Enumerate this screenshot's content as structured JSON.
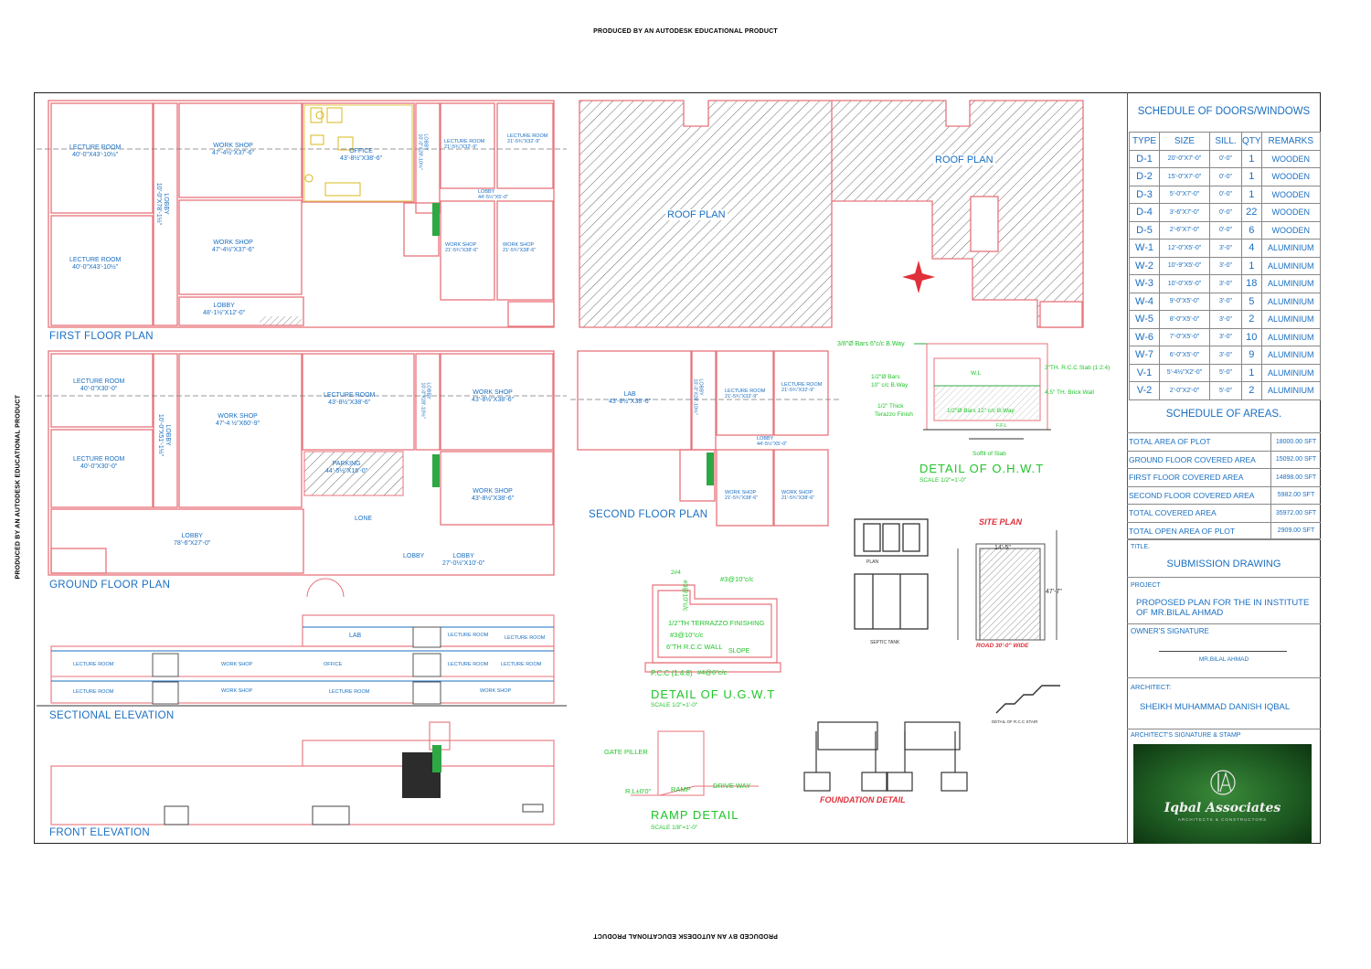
{
  "watermark": "PRODUCED BY AN AUTODESK EDUCATIONAL PRODUCT",
  "plans": {
    "first_floor": {
      "title": "FIRST FLOOR PLAN",
      "rooms": [
        {
          "name": "LECTURE ROOM",
          "size": "40'-0\"X43'-10½\""
        },
        {
          "name": "LECTURE ROOM",
          "size": "40'-0\"X43'-10½\""
        },
        {
          "name": "WORK SHOP",
          "size": "47'-4½\"X37'-6\""
        },
        {
          "name": "WORK SHOP",
          "size": "47'-4½\"X37'-6\""
        },
        {
          "name": "LOBBY",
          "size": "10'-0\"X78'-1½\""
        },
        {
          "name": "OFFICE",
          "size": "43'-8½\"X38'-6\""
        },
        {
          "name": "LOBBY",
          "size": "48'-1½\"X12'-0\""
        },
        {
          "name": "LECTURE ROOM",
          "size": "21'-5¾\"X32'-9\""
        },
        {
          "name": "LECTURE ROOM",
          "size": "21'-5¾\"X32'-9\""
        },
        {
          "name": "LOBBY",
          "size": "10'-0\"X28'-10½\""
        },
        {
          "name": "LOBBY",
          "size": "44'-5½\"X5'-0\""
        },
        {
          "name": "WORK SHOP",
          "size": "21'-5¾\"X38'-6\""
        },
        {
          "name": "WORK SHOP",
          "size": "21'-5¾\"X38'-6\""
        }
      ]
    },
    "roof": {
      "labels": [
        "ROOF PLAN",
        "ROOF PLAN"
      ]
    },
    "ground_floor": {
      "title": "GROUND FLOOR PLAN",
      "rooms": [
        {
          "name": "LECTURE ROOM",
          "size": "40'-0\"X30'-0\""
        },
        {
          "name": "LECTURE ROOM",
          "size": "40'-0\"X30'-0\""
        },
        {
          "name": "WORK SHOP",
          "size": "47'-4 ½\"X60'-9\""
        },
        {
          "name": "LOBBY",
          "size": "10'-0\"X51'-1½\""
        },
        {
          "name": "LECTURE ROOM",
          "size": "43'-8½\"X38'-6\""
        },
        {
          "name": "LOBBY",
          "size": "10'-0\"X28'-10½\""
        },
        {
          "name": "WORK SHOP",
          "size": "43'-8½\"X38'-6\""
        },
        {
          "name": "WORK SHOP",
          "size": "43'-8½\"X38'-6\""
        },
        {
          "name": "PARKING",
          "size": "44'-5½\"X16'-0\""
        },
        {
          "name": "LOBBY",
          "size": "78'-6\"X27'-0\""
        },
        {
          "name": "LONE",
          "size": ""
        },
        {
          "name": "LOBBY",
          "size": ""
        },
        {
          "name": "LOBBY",
          "size": "27'-0½\"X10'-0\""
        }
      ]
    },
    "second_floor": {
      "title": "SECOND FLOOR PLAN",
      "rooms": [
        {
          "name": "LAB",
          "size": "43'-8½\"X38'-6\""
        },
        {
          "name": "LOBBY",
          "size": "10'-0\"X28'-10½\""
        },
        {
          "name": "LECTURE ROOM",
          "size": "21'-5¾\"X32'-9\""
        },
        {
          "name": "LECTURE ROOM",
          "size": "21'-5¾\"X32'-9\""
        },
        {
          "name": "LOBBY",
          "size": "44'-5½\"X5'-0\""
        },
        {
          "name": "WORK SHOP",
          "size": "21'-5¾\"X38'-6\""
        },
        {
          "name": "WORK SHOP",
          "size": "21'-5¾\"X38'-6\""
        }
      ]
    },
    "sectional_elevation": {
      "title": "SECTIONAL ELEVATION",
      "labels": [
        "LAB",
        "LECTURE ROOM",
        "LECTURE ROOM",
        "LECTURE ROOM",
        "WORK SHOP",
        "OFFICE",
        "LECTURE ROOM",
        "LECTURE ROOM",
        "LECTURE ROOM",
        "WORK SHOP",
        "LECTURE ROOM",
        "WORK SHOP"
      ]
    },
    "front_elevation": {
      "title": "FRONT ELEVATION"
    }
  },
  "details": {
    "ohwt": {
      "title": "DETAIL OF O.H.W.T",
      "scale": "SCALE 1/2\"=1'-0\"",
      "notes": [
        "3/8\"Ø Bars 6\"c/c B.Way",
        "1/2\"Ø Bars",
        "10\" c/c B.Way",
        "1/2\" Thick",
        "Terazzo Finish",
        "3\"TH. R.C.C Slab (1:2:4)",
        "4.5\" TH. Brick Wall",
        "W.L",
        "Soffit of Slab",
        "1/2\"Ø Bars 12\" c/c B.Way",
        "F.F.L"
      ]
    },
    "ugwt": {
      "title": "DETAIL OF U.G.W.T",
      "scale": "SCALE 1/2\"=1'-0\"",
      "notes": [
        "2#4",
        "#3@10\"c/c",
        "#3@10\"c/c",
        "1/2\"TH TERRAZZO FINISHING",
        "#3@10\"c/c",
        "6\"TH R.C.C WALL",
        "SLOPE",
        "P.C.C (1:4:8)",
        "#4@6\"c/c"
      ]
    },
    "ramp": {
      "title": "RAMP DETAIL",
      "scale": "SCALE 1/8\"=1'-0\"",
      "notes": [
        "GATE PILLER",
        "R.L±0'0\"",
        "RAMP",
        "DRIVE WAY"
      ]
    },
    "site_plan": {
      "title": "SITE PLAN",
      "width": "14'-5\"",
      "depth": "47'-7\"",
      "road": "ROAD 30'-0\" WIDE"
    },
    "septic": {
      "labels": [
        "PLAN",
        "SEPTIC TANK"
      ]
    },
    "foundation": {
      "title": "FOUNDATION DETAIL"
    },
    "stairs": {
      "label": "DETAIL OF R.C.C STAIR"
    }
  },
  "schedule_doors_windows": {
    "title": "SCHEDULE OF DOORS/WINDOWS",
    "headers": [
      "TYPE",
      "SIZE",
      "SILL.",
      "QTY",
      "REMARKS"
    ],
    "rows": [
      [
        "D-1",
        "20'-0\"X7'-0\"",
        "0'-0\"",
        "1",
        "WOODEN"
      ],
      [
        "D-2",
        "15'-0\"X7'-0\"",
        "0'-0\"",
        "1",
        "WOODEN"
      ],
      [
        "D-3",
        "5'-0\"X7'-0\"",
        "0'-0\"",
        "1",
        "WOODEN"
      ],
      [
        "D-4",
        "3'-6\"X7'-0\"",
        "0'-0\"",
        "22",
        "WOODEN"
      ],
      [
        "D-5",
        "2'-6\"X7'-0\"",
        "0'-0\"",
        "6",
        "WOODEN"
      ],
      [
        "W-1",
        "12'-0\"X5'-0\"",
        "3'-0\"",
        "4",
        "ALUMINIUM"
      ],
      [
        "W-2",
        "10'-9\"X5'-0\"",
        "3'-0\"",
        "1",
        "ALUMINIUM"
      ],
      [
        "W-3",
        "10'-0\"X5'-0\"",
        "3'-0\"",
        "18",
        "ALUMINIUM"
      ],
      [
        "W-4",
        "9'-0\"X5'-0\"",
        "3'-0\"",
        "5",
        "ALUMINIUM"
      ],
      [
        "W-5",
        "8'-0\"X5'-0\"",
        "3'-0\"",
        "2",
        "ALUMINIUM"
      ],
      [
        "W-6",
        "7'-0\"X5'-0\"",
        "3'-0\"",
        "10",
        "ALUMINIUM"
      ],
      [
        "W-7",
        "6'-0\"X5'-0\"",
        "3'-0\"",
        "9",
        "ALUMINIUM"
      ],
      [
        "V-1",
        "5'-4½\"X2'-0\"",
        "5'-0\"",
        "1",
        "ALUMINIUM"
      ],
      [
        "V-2",
        "2'-0\"X2'-0\"",
        "5'-0\"",
        "2",
        "ALUMINIUM"
      ]
    ]
  },
  "schedule_areas": {
    "title": "SCHEDULE OF AREAS.",
    "rows": [
      [
        "TOTAL AREA OF PLOT",
        "18000.00 SFT"
      ],
      [
        "GROUND FLOOR COVERED AREA",
        "15092.00 SFT"
      ],
      [
        "FIRST FLOOR COVERED AREA",
        "14898.00 SFT"
      ],
      [
        "SECOND FLOOR COVERED AREA",
        "5982.00 SFT"
      ],
      [
        "TOTAL COVERED AREA",
        "35972.00 SFT"
      ],
      [
        "TOTAL OPEN AREA OF PLOT",
        "2909.00 SFT"
      ]
    ]
  },
  "title_block": {
    "title_label": "TITLE.",
    "title": "SUBMISSION DRAWING",
    "project_label": "PROJECT",
    "project": "PROPOSED PLAN FOR THE IN INSTITUTE OF MR.BILAL AHMAD",
    "owner_label": "OWNER'S SIGNATURE",
    "owner": "MR.BILAL AHMAD",
    "architect_label": "ARCHITECT:",
    "architect": "SHEIKH MUHAMMAD DANISH IQBAL",
    "stamp_label": "ARCHITECT'S SIGNATURE & STAMP",
    "stamp_name": "Iqbal Associates",
    "stamp_sub": "ARCHITECTS & CONSTRUCTORS"
  },
  "colors": {
    "wall": "#e8737b",
    "text": "#1a6fc2",
    "detail": "#21c42a",
    "hatch": "#6a6a6a",
    "stamp": "#1f5e23"
  }
}
